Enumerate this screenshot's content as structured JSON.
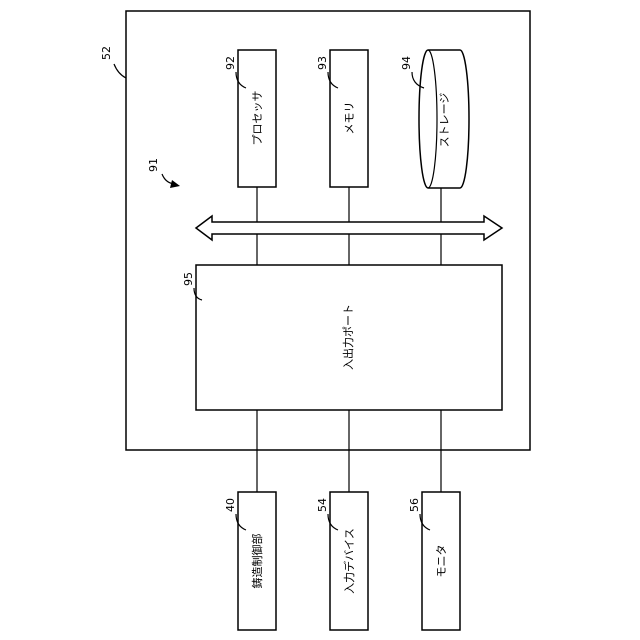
{
  "system": {
    "ref": "52"
  },
  "computer": {
    "ref": "91"
  },
  "processor": {
    "ref": "92",
    "label": "プロセッサ"
  },
  "memory": {
    "ref": "93",
    "label": "メモリ"
  },
  "storage": {
    "ref": "94",
    "label": "ストレージ"
  },
  "io_port": {
    "ref": "95",
    "label": "入出力ポート"
  },
  "casting_controller": {
    "ref": "40",
    "label": "鋳造制御部"
  },
  "input_device": {
    "ref": "54",
    "label": "入力デバイス"
  },
  "monitor": {
    "ref": "56",
    "label": "モニタ"
  }
}
